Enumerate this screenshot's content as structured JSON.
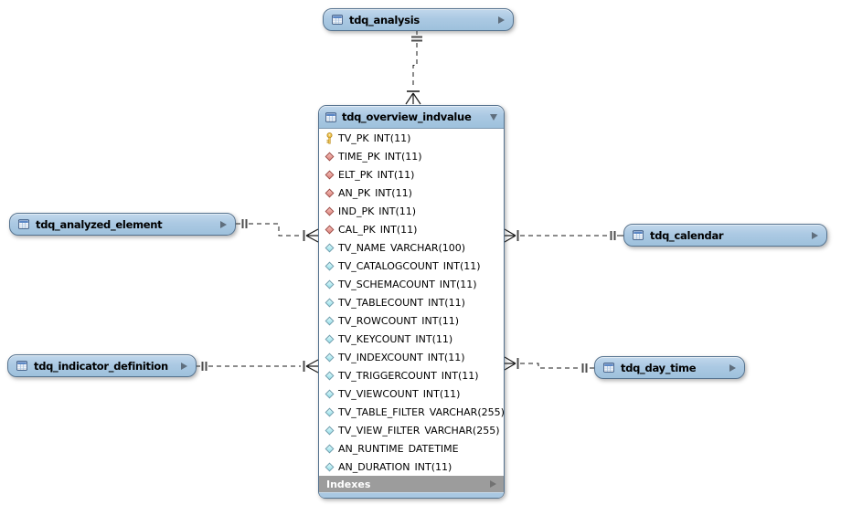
{
  "colors": {
    "table_header_blue": "#abc9e3",
    "table_border": "#56738f",
    "primary_key_gold": "#edc24f",
    "foreign_key_diamond_red": "#dd837b",
    "attribute_diamond_cyan": "#aee9ef",
    "indexes_bar_gray": "#9c9c9c",
    "wire_color": "#1a1a1a"
  },
  "tables": {
    "analysis": {
      "name": "tdq_analysis",
      "icon": "table-icon",
      "expander": "expand-right-arrow-icon"
    },
    "analyzed_element": {
      "name": "tdq_analyzed_element",
      "icon": "table-icon",
      "expander": "expand-right-arrow-icon"
    },
    "indicator_definition": {
      "name": "tdq_indicator_definition",
      "icon": "table-icon",
      "expander": "expand-right-arrow-icon"
    },
    "calendar": {
      "name": "tdq_calendar",
      "icon": "table-icon",
      "expander": "expand-right-arrow-icon"
    },
    "day_time": {
      "name": "tdq_day_time",
      "icon": "table-icon",
      "expander": "expand-right-arrow-icon"
    },
    "overview": {
      "name": "tdq_overview_indvalue",
      "icon": "table-icon",
      "expander": "collapse-down-arrow-icon",
      "footer": {
        "label": "Indexes",
        "expander": "expand-right-arrow-icon"
      },
      "columns": [
        {
          "icon": "primary-key-icon",
          "name": "TV_PK",
          "type": "INT(11)"
        },
        {
          "icon": "foreign-key-icon",
          "name": "TIME_PK",
          "type": "INT(11)"
        },
        {
          "icon": "foreign-key-icon",
          "name": "ELT_PK",
          "type": "INT(11)"
        },
        {
          "icon": "foreign-key-icon",
          "name": "AN_PK",
          "type": "INT(11)"
        },
        {
          "icon": "foreign-key-icon",
          "name": "IND_PK",
          "type": "INT(11)"
        },
        {
          "icon": "foreign-key-icon",
          "name": "CAL_PK",
          "type": "INT(11)"
        },
        {
          "icon": "attribute-icon",
          "name": "TV_NAME",
          "type": "VARCHAR(100)"
        },
        {
          "icon": "attribute-icon",
          "name": "TV_CATALOGCOUNT",
          "type": "INT(11)"
        },
        {
          "icon": "attribute-icon",
          "name": "TV_SCHEMACOUNT",
          "type": "INT(11)"
        },
        {
          "icon": "attribute-icon",
          "name": "TV_TABLECOUNT",
          "type": "INT(11)"
        },
        {
          "icon": "attribute-icon",
          "name": "TV_ROWCOUNT",
          "type": "INT(11)"
        },
        {
          "icon": "attribute-icon",
          "name": "TV_KEYCOUNT",
          "type": "INT(11)"
        },
        {
          "icon": "attribute-icon",
          "name": "TV_INDEXCOUNT",
          "type": "INT(11)"
        },
        {
          "icon": "attribute-icon",
          "name": "TV_TRIGGERCOUNT",
          "type": "INT(11)"
        },
        {
          "icon": "attribute-icon",
          "name": "TV_VIEWCOUNT",
          "type": "INT(11)"
        },
        {
          "icon": "attribute-icon",
          "name": "TV_TABLE_FILTER",
          "type": "VARCHAR(255)"
        },
        {
          "icon": "attribute-icon",
          "name": "TV_VIEW_FILTER",
          "type": "VARCHAR(255)"
        },
        {
          "icon": "attribute-icon",
          "name": "AN_RUNTIME",
          "type": "DATETIME"
        },
        {
          "icon": "attribute-icon",
          "name": "AN_DURATION",
          "type": "INT(11)"
        }
      ]
    }
  },
  "relationships": [
    {
      "from": "tdq_analysis",
      "to": "tdq_overview_indvalue",
      "from_cardinality": "one",
      "to_cardinality": "many",
      "line_style": "dashed"
    },
    {
      "from": "tdq_analyzed_element",
      "to": "tdq_overview_indvalue",
      "from_cardinality": "one",
      "to_cardinality": "many",
      "line_style": "dashed"
    },
    {
      "from": "tdq_calendar",
      "to": "tdq_overview_indvalue",
      "from_cardinality": "one",
      "to_cardinality": "many",
      "line_style": "dashed"
    },
    {
      "from": "tdq_indicator_definition",
      "to": "tdq_overview_indvalue",
      "from_cardinality": "one",
      "to_cardinality": "many",
      "line_style": "dashed"
    },
    {
      "from": "tdq_day_time",
      "to": "tdq_overview_indvalue",
      "from_cardinality": "one",
      "to_cardinality": "many",
      "line_style": "dashed"
    }
  ]
}
